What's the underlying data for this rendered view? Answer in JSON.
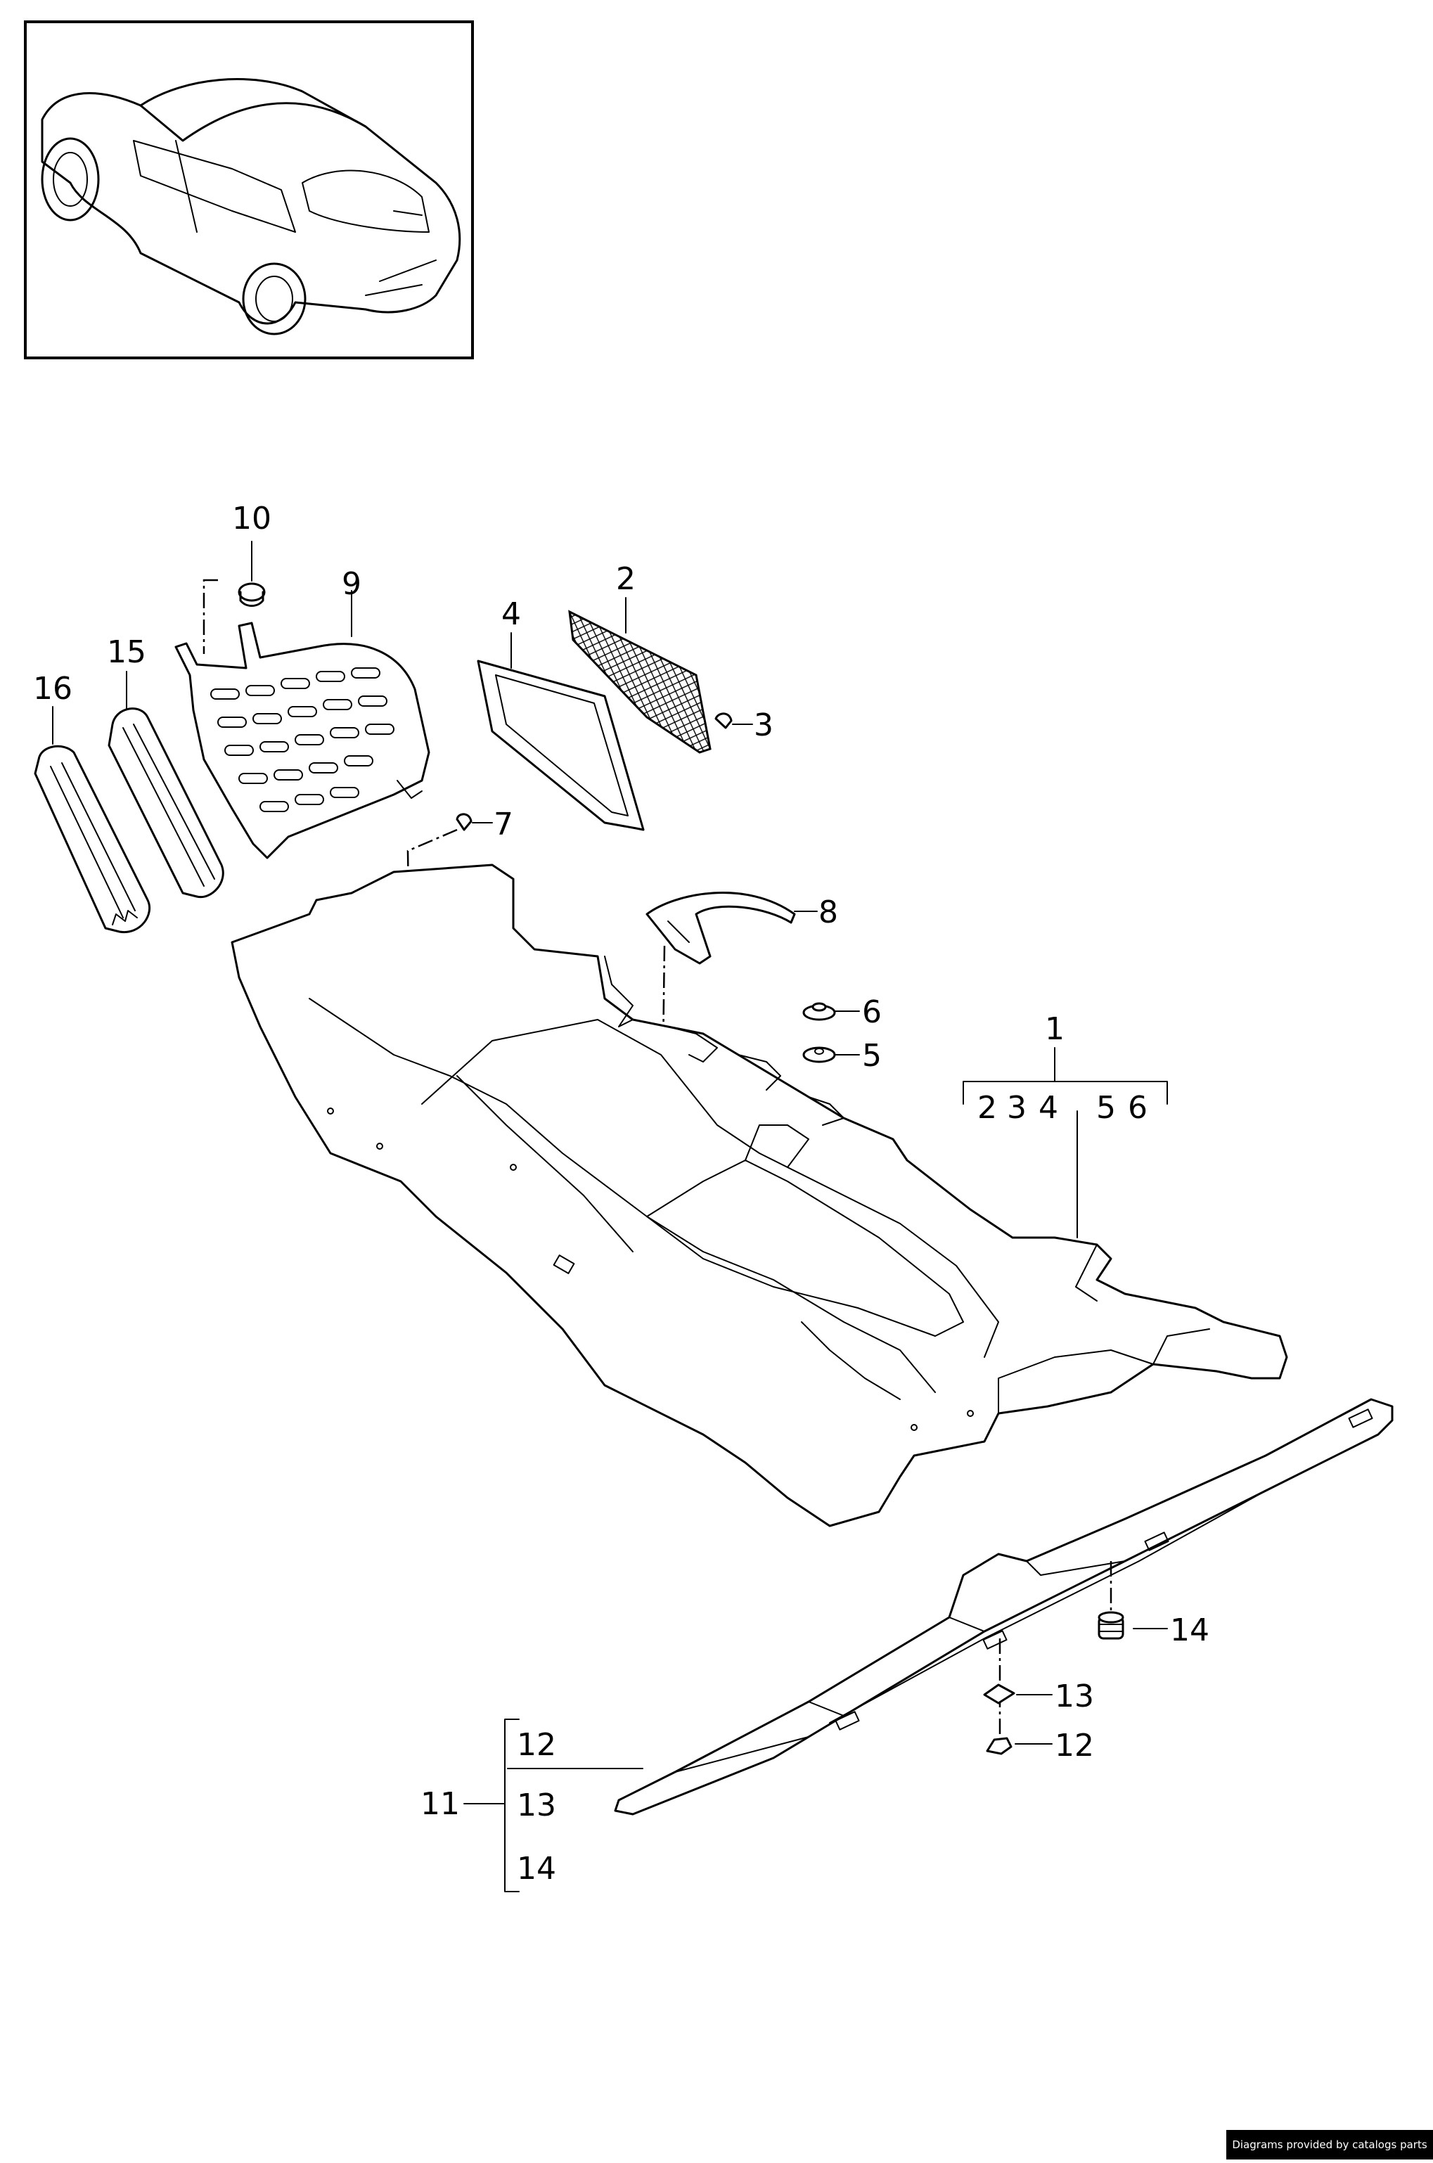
{
  "callouts": {
    "c1": "1",
    "c2": "2",
    "c3": "3",
    "c4": "4",
    "c5": "5",
    "c6": "6",
    "c7": "7",
    "c8": "8",
    "c9": "9",
    "c10": "10",
    "c11": "11",
    "c12": "12",
    "c13": "13",
    "c14": "14",
    "c15": "15",
    "c16": "16"
  },
  "group_1": {
    "items": [
      "2",
      "3",
      "4",
      "5",
      "6"
    ]
  },
  "group_11": {
    "items": [
      "12",
      "13",
      "14"
    ]
  },
  "credit": "Diagrams provided by catalogs parts"
}
